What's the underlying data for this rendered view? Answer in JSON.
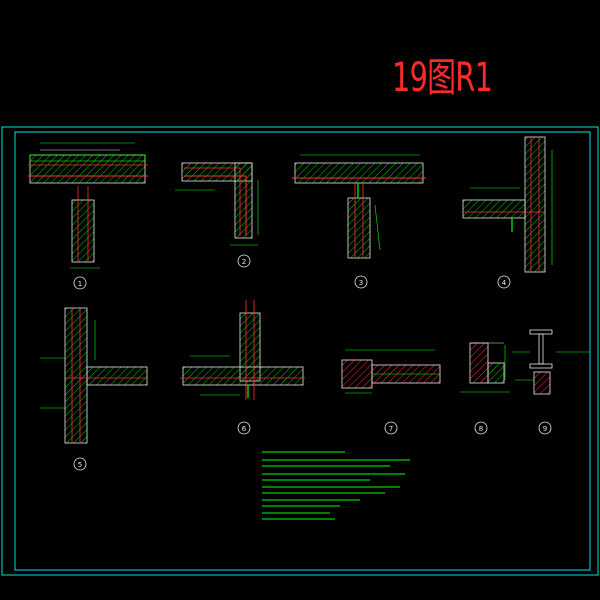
{
  "drawing": {
    "title": "19图R1",
    "colors": {
      "background": "#000000",
      "frame": "#00e0e0",
      "wall_outline": "#e8e8e8",
      "hatch": "#00c800",
      "rebar": "#ff3030",
      "annotation": "#00ff00",
      "title": "#ff2a2a"
    }
  },
  "details": [
    {
      "id": "d1",
      "label": "1"
    },
    {
      "id": "d2",
      "label": "2"
    },
    {
      "id": "d3",
      "label": "3"
    },
    {
      "id": "d4",
      "label": "4"
    },
    {
      "id": "d5",
      "label": "5"
    },
    {
      "id": "d6",
      "label": "6"
    },
    {
      "id": "d7",
      "label": "7"
    },
    {
      "id": "d8",
      "label": "8"
    },
    {
      "id": "d9",
      "label": "9"
    }
  ],
  "notes_present": true
}
